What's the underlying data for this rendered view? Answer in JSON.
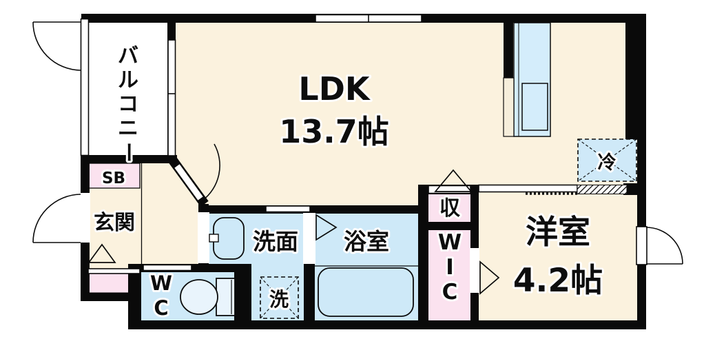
{
  "plan_title": "1LDK floor plan",
  "colors": {
    "floor_cream": "#FBF2DE",
    "closet_pink": "#FBE2EF",
    "wet_area_blue": "#CEE9F8",
    "counter_blue": "#D4EDFB",
    "wall_black": "#0A0A0A",
    "background": "#FFFFFF"
  },
  "rooms": {
    "ldk": {
      "name": "LDK",
      "size": "13.7帖"
    },
    "western_room": {
      "name": "洋室",
      "size": "4.2帖"
    },
    "balcony": {
      "chars": [
        "バ",
        "ル",
        "コ",
        "ニ",
        "ー"
      ]
    },
    "entrance": {
      "label": "玄関"
    },
    "shoe_box": {
      "label": "SB"
    },
    "washroom": {
      "label": "洗面"
    },
    "bathroom": {
      "label": "浴室"
    },
    "toilet": {
      "chars": [
        "W",
        "C"
      ]
    },
    "storage": {
      "label": "収"
    },
    "walk_in_closet": {
      "chars": [
        "W",
        "I",
        "C"
      ]
    },
    "refrigerator": {
      "label": "冷"
    },
    "washer": {
      "label": "洗"
    }
  }
}
